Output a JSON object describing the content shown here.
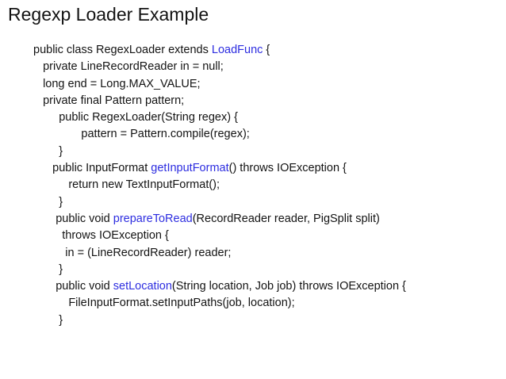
{
  "slide": {
    "title": "Regexp Loader Example",
    "background_color": "#ffffff",
    "title_color": "#131313",
    "code_color": "#131313",
    "method_link_color": "#2d2de0"
  },
  "code": {
    "language": "java",
    "lines": [
      {
        "pre": "public class RegexLoader extends ",
        "link": "LoadFunc",
        "post": " {"
      },
      {
        "pre": "   private LineRecordReader in = null;"
      },
      {
        "pre": "   long end = Long.MAX_VALUE;"
      },
      {
        "pre": "   private final Pattern pattern;"
      },
      {
        "pre": "        public RegexLoader(String regex) {"
      },
      {
        "pre": "               pattern = Pattern.compile(regex);"
      },
      {
        "pre": "        }"
      },
      {
        "pre": "      public InputFormat ",
        "link": "getInputFormat",
        "post": "() throws IOException {"
      },
      {
        "pre": "           return new TextInputFormat();"
      },
      {
        "pre": "        }"
      },
      {
        "pre": "       public void ",
        "link": "prepareToRead",
        "post": "(RecordReader reader, PigSplit split)"
      },
      {
        "pre": "         throws IOException {"
      },
      {
        "pre": "          in = (LineRecordReader) reader;"
      },
      {
        "pre": "        }"
      },
      {
        "pre": "       public void ",
        "link": "setLocation",
        "post": "(String location, Job job) throws IOException {"
      },
      {
        "pre": "           FileInputFormat.setInputPaths(job, location);"
      },
      {
        "pre": "        }"
      }
    ]
  }
}
